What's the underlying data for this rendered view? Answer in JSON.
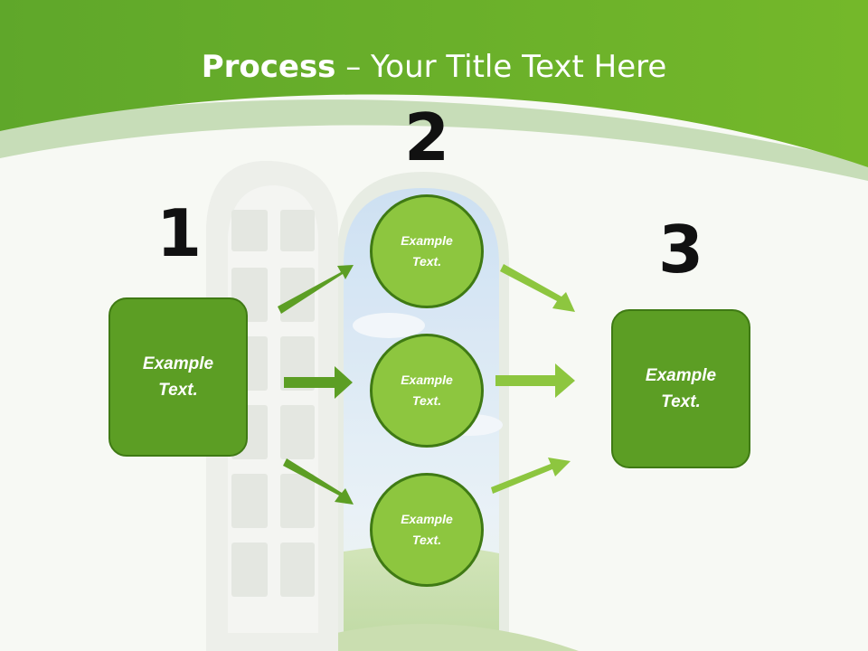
{
  "title": {
    "strong": "Process",
    "rest": " – Your Title Text Here"
  },
  "steps": [
    {
      "number": "1",
      "box": {
        "line1": "Example",
        "line2": "Text."
      }
    },
    {
      "number": "2",
      "circles": [
        {
          "line1": "Example",
          "line2": "Text."
        },
        {
          "line1": "Example",
          "line2": "Text."
        },
        {
          "line1": "Example",
          "line2": "Text."
        }
      ]
    },
    {
      "number": "3",
      "box": {
        "line1": "Example",
        "line2": "Text."
      }
    }
  ],
  "colors": {
    "header_green": "#6aae21",
    "box_fill": "#5c9e24",
    "circle_fill": "#8dc63f",
    "arrow_left": "#5c9e24",
    "arrow_right": "#8dc63f",
    "title_text": "#ffffff"
  }
}
